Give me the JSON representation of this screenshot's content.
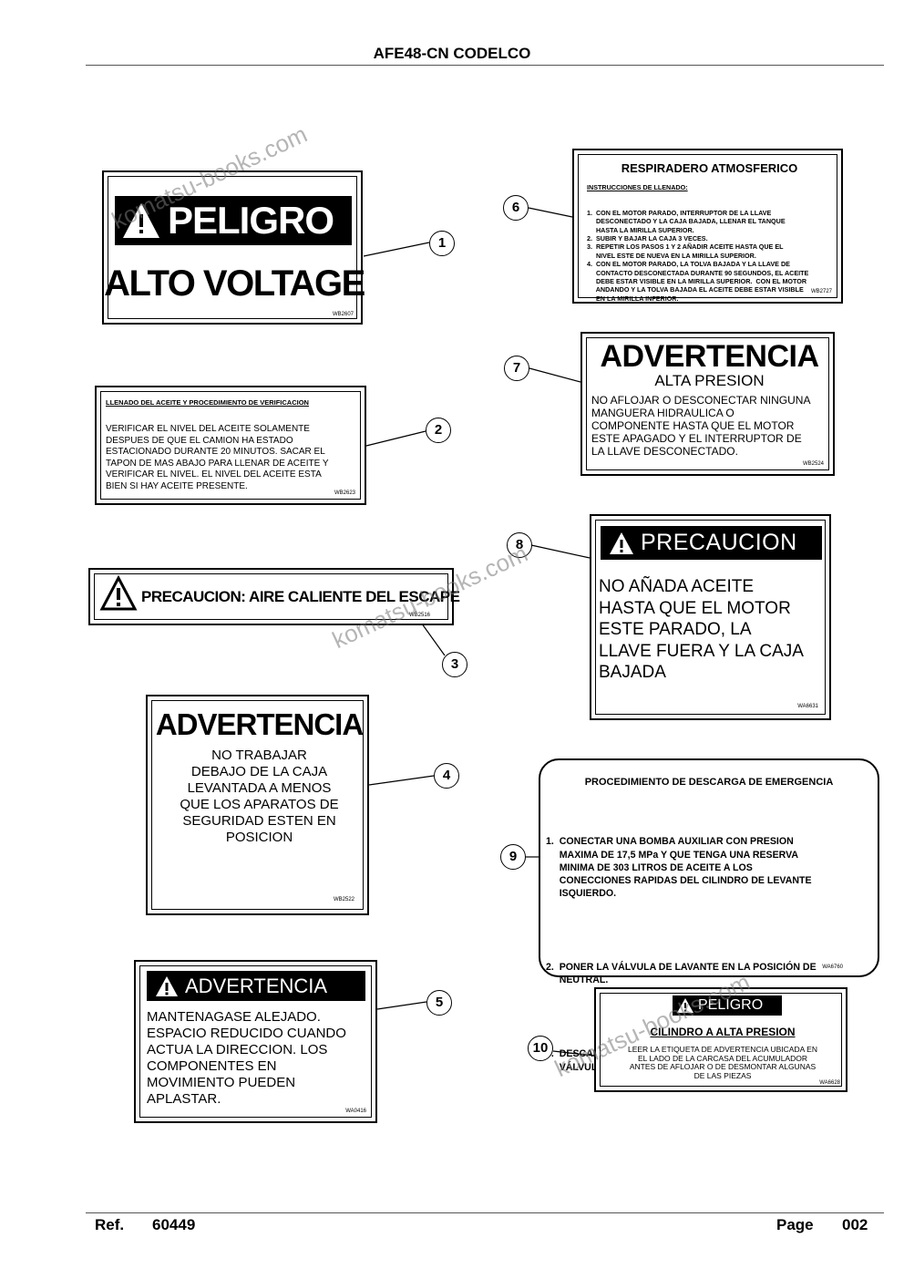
{
  "header": {
    "title": "AFE48-CN CODELCO"
  },
  "footer": {
    "ref_label": "Ref.",
    "ref_value": "60449",
    "page_label": "Page",
    "page_value": "002"
  },
  "watermark": "komatsu-books.com",
  "decals": {
    "d1": {
      "callout": "1",
      "title": "PELIGRO",
      "body": "ALTO VOLTAGE",
      "code": "WB2607"
    },
    "d2": {
      "callout": "2",
      "title": "LLENADO DEL ACEITE Y PROCEDIMIENTO DE VERIFICACION",
      "lines": [
        "VERIFICAR EL NIVEL DEL ACEITE SOLAMENTE",
        "DESPUES DE QUE EL CAMION HA ESTADO",
        "ESTACIONADO DURANTE 20 MINUTOS. SACAR EL",
        "TAPON DE MAS ABAJO PARA LLENAR DE ACEITE Y",
        "VERIFICAR EL NIVEL. EL NIVEL DEL ACEITE ESTA",
        "BIEN SI HAY ACEITE PRESENTE."
      ],
      "code": "WB2623"
    },
    "d3": {
      "callout": "3",
      "body": "PRECAUCION: AIRE CALIENTE DEL ESCAPE",
      "code": "WB2516"
    },
    "d4": {
      "callout": "4",
      "title": "ADVERTENCIA",
      "lines": [
        "NO TRABAJAR",
        "DEBAJO DE LA CAJA",
        "LEVANTADA A MENOS",
        "QUE LOS APARATOS DE",
        "SEGURIDAD ESTEN EN",
        "POSICION"
      ],
      "code": "WB2522"
    },
    "d5": {
      "callout": "5",
      "title": "ADVERTENCIA",
      "lines": [
        "MANTENAGASE ALEJADO.",
        "ESPACIO REDUCIDO CUANDO",
        "ACTUA LA DIRECCION.  LOS",
        "COMPONENTES EN",
        "MOVIMIENTO PUEDEN",
        "APLASTAR."
      ],
      "code": "WA0416"
    },
    "d6": {
      "callout": "6",
      "title": "RESPIRADERO ATMOSFERICO",
      "subtitle": "INSTRUCCIONES DE LLENADO:",
      "lines": [
        "1.  CON EL MOTOR PARADO, INTERRUPTOR DE LA LLAVE",
        "     DESCONECTADO Y LA CAJA BAJADA, LLENAR EL TANQUE",
        "     HASTA LA MIRILLA SUPERIOR.",
        "2.  SUBIR Y BAJAR LA CAJA 3 VECES.",
        "3.  REPETIR LOS PASOS 1 Y 2 AÑADIR ACEITE HASTA QUE EL",
        "     NIVEL ESTE DE NUEVA EN LA MIRILLA SUPERIOR.",
        "4.  CON EL MOTOR PARADO, LA TOLVA BAJADA Y LA LLAVE DE",
        "     CONTACTO DESCONECTADA DURANTE 90 SEGUNDOS, EL ACEITE",
        "     DEBE ESTAR VISIBLE EN LA MIRILLA SUPERIOR.  CON EL MOTOR",
        "     ANDANDO Y LA TOLVA BAJADA EL ACEITE DEBE ESTAR VISIBLE",
        "     EN LA MIRILLA INFERIOR."
      ],
      "code": "WB2727"
    },
    "d7": {
      "callout": "7",
      "title": "ADVERTENCIA",
      "subtitle": "ALTA PRESION",
      "lines": [
        "NO AFLOJAR O DESCONECTAR NINGUNA",
        "MANGUERA HIDRAULICA O",
        "COMPONENTE HASTA QUE EL MOTOR",
        "ESTE APAGADO Y EL INTERRUPTOR DE",
        "LA LLAVE DESCONECTADO."
      ],
      "code": "WB2524"
    },
    "d8": {
      "callout": "8",
      "title": "PRECAUCION",
      "lines": [
        "NO AÑADA ACEITE",
        "HASTA QUE EL MOTOR",
        "ESTE PARADO, LA",
        "LLAVE FUERA Y LA CAJA",
        "BAJADA"
      ],
      "code": "WA6631"
    },
    "d9": {
      "callout": "9",
      "title": "PROCEDIMIENTO DE DESCARGA DE EMERGENCIA",
      "items": [
        [
          "1.  CONECTAR UNA BOMBA AUXILIAR CON PRESION",
          "     MAXIMA DE 17,5 MPa Y QUE TENGA UNA RESERVA",
          "     MINIMA DE 303 LITROS DE ACEITE A LOS",
          "     CONECCIONES RAPIDAS DEL CILINDRO DE LEVANTE",
          "     ISQUIERDO."
        ],
        [
          "2.  PONER LA VÁLVULA DE LAVANTE EN LA POSICIÓN DE",
          "     NEUTRAL."
        ],
        [
          "3.  DESCARGAR Y BAJAR LA TOLVA USANDO LA",
          "     VÁLVULA DE CONTROL DE LA BOMBA AUXILIAR."
        ]
      ],
      "code": "WA6760"
    },
    "d10": {
      "callout": "10",
      "title": "PELIGRO",
      "subtitle": "CILINDRO A ALTA PRESION",
      "lines": [
        "LEER LA ETIQUETA DE ADVERTENCIA UBICADA EN",
        "EL LADO DE LA CARCASA DEL ACUMULADOR",
        "ANTES DE AFLOJAR O DE DESMONTAR ALGUNAS",
        "DE LAS PIEZAS"
      ],
      "code": "WA6628"
    }
  }
}
